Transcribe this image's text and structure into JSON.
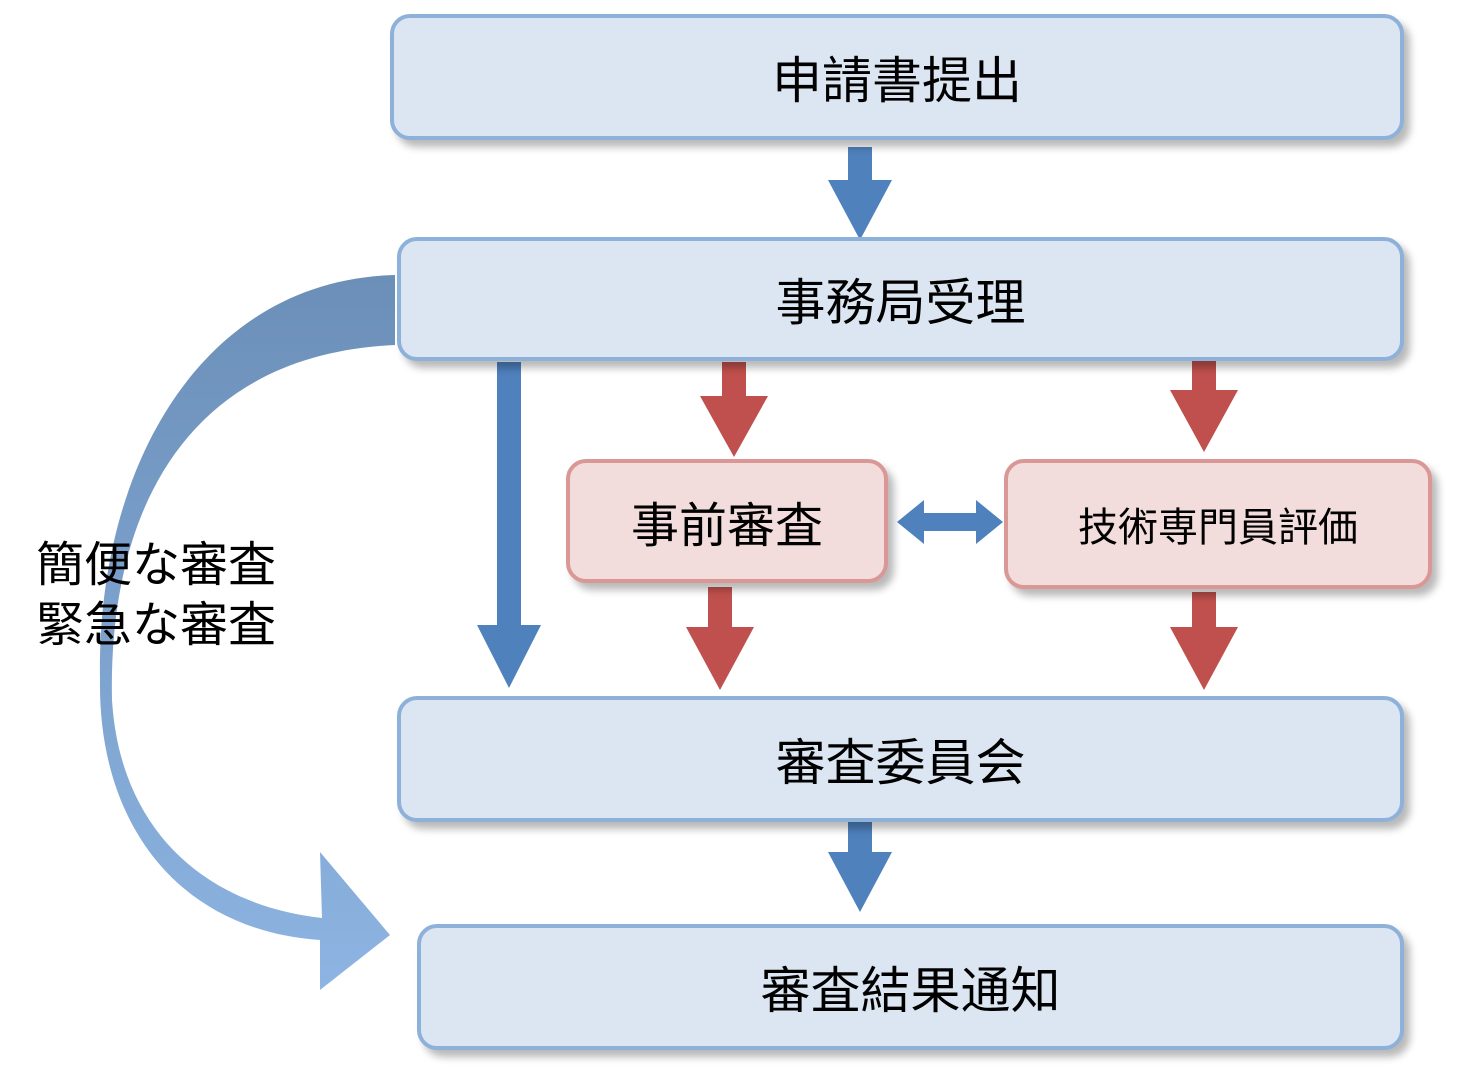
{
  "colors": {
    "blue_fill": "#dce6f2",
    "blue_border": "#8eb1d9",
    "red_fill": "#f2dcdc",
    "red_border": "#d99796",
    "blue_arrow": "#4f81bd",
    "red_arrow": "#c0504d"
  },
  "steps": {
    "submit": "申請書提出",
    "reception": "事務局受理",
    "pre_review": "事前審査",
    "expert_eval": "技術専門員評価",
    "committee": "審査委員会",
    "notify": "審査結果通知"
  },
  "bypass": {
    "line1": "簡便な審査",
    "line2": "緊急な審査"
  }
}
